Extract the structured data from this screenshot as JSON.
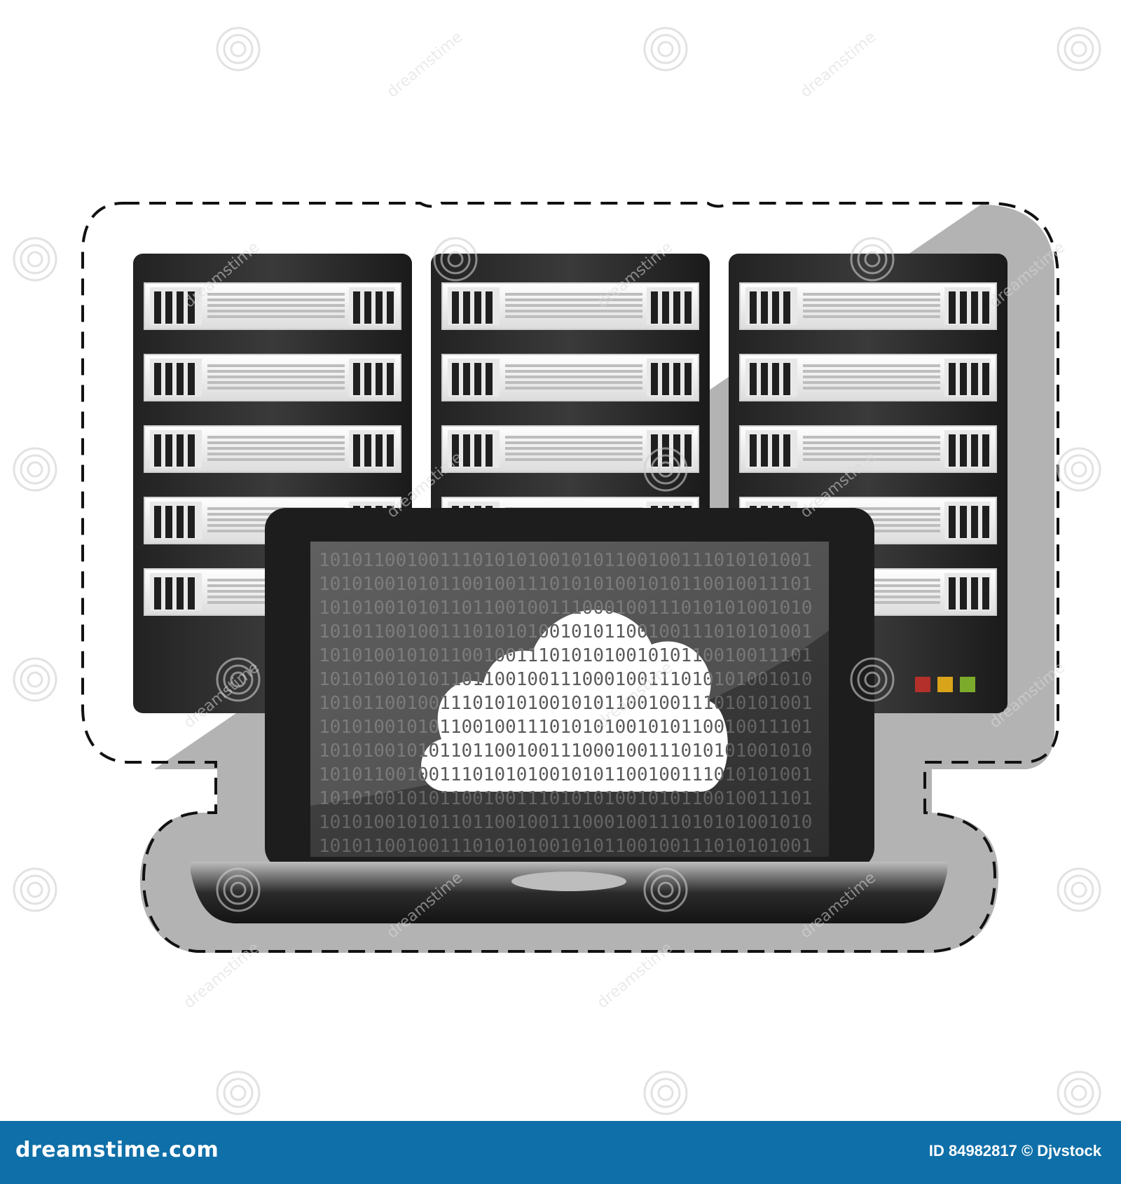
{
  "image": {
    "subject": "server racks with laptop showing cloud",
    "icons": [
      "server-rack-icon",
      "laptop-icon",
      "cloud-icon",
      "status-led-icon"
    ],
    "colors": {
      "footer_bg": "#0f6fa8",
      "led_red": "#b3312a",
      "led_yellow": "#d9a31a",
      "led_green": "#7cab2c",
      "sticker_shadow": "#b3b3b3"
    },
    "screen_binary": [
      "101011001001110101010010101100100111010101001",
      "101010010101100100111010101001010110010011101",
      "101010010101101100100111000100111010101001010",
      "101011001001110101010010101100100111010101001",
      "101010010101100100111010101001010110010011101",
      "101010010101101100100111000100111010101001010",
      "101011001001110101010010101100100111010101001",
      "101010010101100100111010101001010110010011101",
      "101010010101101100100111000100111010101001010",
      "101011001001110101010010101100100111010101001",
      "101010010101100100111010101001010110010011101",
      "101010010101101100100111000100111010101001010",
      "101011001001110101010010101100100111010101001"
    ]
  },
  "watermark": {
    "text": "dreamstime"
  },
  "footer": {
    "brand": "dreamstime.com",
    "credit": "ID 84982817 © Djvstock"
  }
}
